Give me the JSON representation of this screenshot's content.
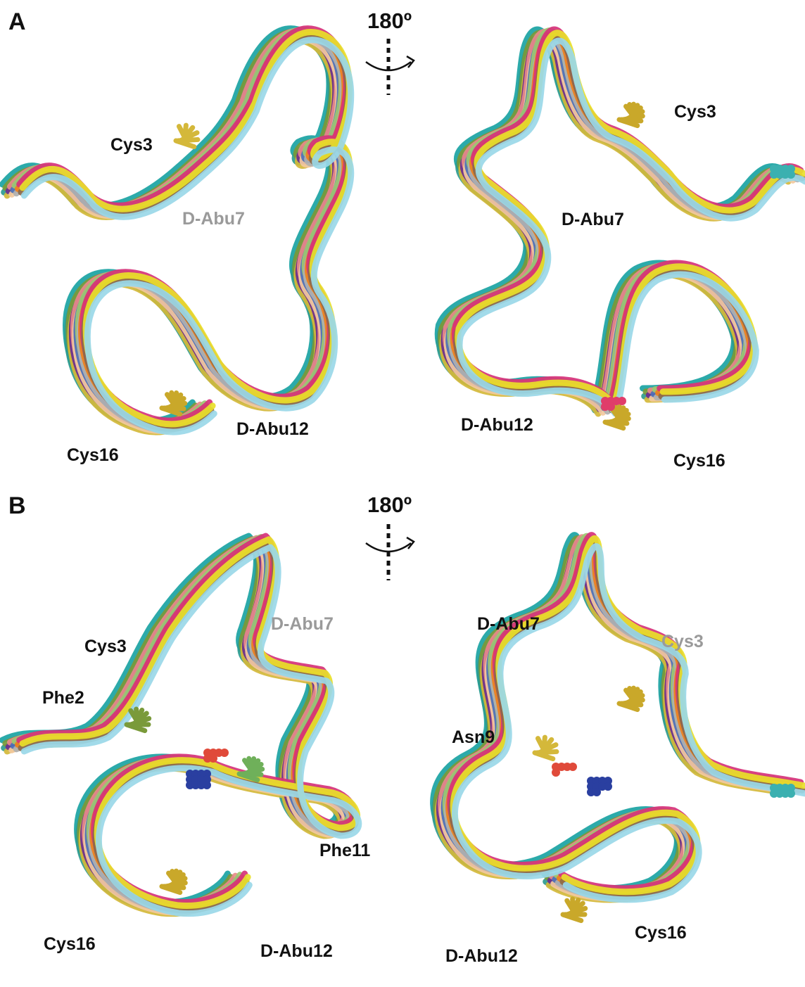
{
  "panels": {
    "a": "A",
    "b": "B"
  },
  "rotation": {
    "label_a": "180º",
    "label_b": "180º"
  },
  "labels_a_left": {
    "cys3": "Cys3",
    "dabu7": "D-Abu7",
    "dabu12": "D-Abu12",
    "cys16": "Cys16"
  },
  "labels_a_right": {
    "cys3": "Cys3",
    "dabu7": "D-Abu7",
    "dabu12": "D-Abu12",
    "cys16": "Cys16"
  },
  "labels_b_left": {
    "dabu7": "D-Abu7",
    "cys3": "Cys3",
    "phe2": "Phe2",
    "phe11": "Phe11",
    "cys16": "Cys16",
    "dabu12": "D-Abu12"
  },
  "labels_b_right": {
    "dabu7": "D-Abu7",
    "cys3": "Cys3",
    "asn9": "Asn9",
    "dabu12": "D-Abu12",
    "cys16": "Cys16"
  },
  "palette": [
    "#1aa3a3",
    "#2e9b8f",
    "#7a9a3a",
    "#d4b83a",
    "#6a2d91",
    "#e88a8a",
    "#f2c9a0",
    "#4a6fb8",
    "#9cc870",
    "#b0b0b0",
    "#f07f1a",
    "#d6327a",
    "#8c6a4a",
    "#e8e02a",
    "#9ad8e8"
  ]
}
